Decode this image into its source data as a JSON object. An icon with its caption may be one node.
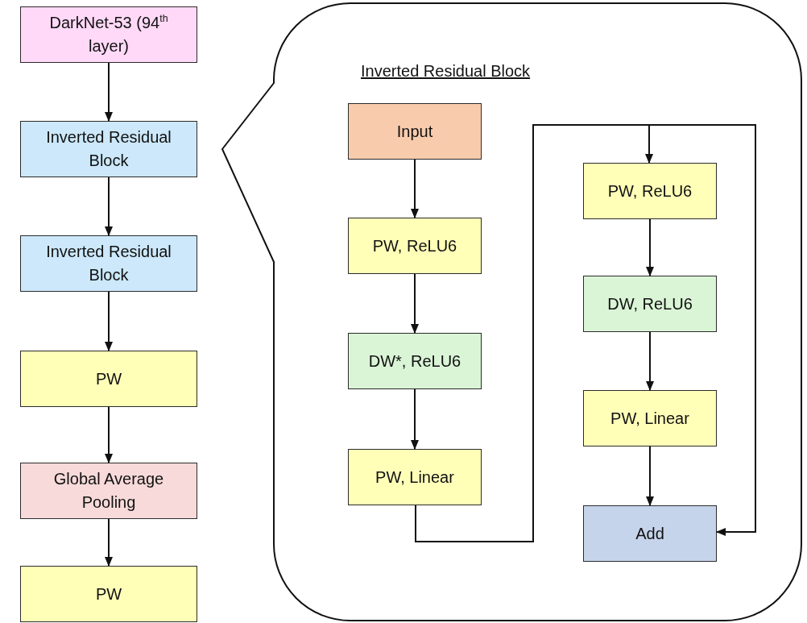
{
  "diagram": {
    "nodes": [
      {
        "text": [
          "DarkNet-53 (94$^{th}$ layer)"
        ]
      },
      {
        "text": [
          "Inverted Residual Block"
        ]
      },
      {
        "text": [
          "Inverted Residual Block"
        ]
      },
      {
        "text": [
          "PW"
        ]
      },
      {
        "text": [
          "Global Average Pooling"
        ]
      },
      {
        "text": [
          "PW"
        ]
      },
      {
        "text": [
          "Inverted Residual Block"
        ]
      },
      {
        "text": [
          "Input"
        ],
        "in": 6
      },
      {
        "text": [
          "PW, ReLU6"
        ],
        "in": 6
      },
      {
        "text": [
          "DW*, ReLU6"
        ],
        "in": 6
      },
      {
        "text": [
          "PW, Linear"
        ],
        "in": 6
      },
      {
        "text": [
          "PW, ReLU6"
        ],
        "in": 6
      },
      {
        "text": [
          "DW, ReLU6"
        ],
        "in": 6
      },
      {
        "text": [
          "PW, Linear"
        ],
        "in": 6
      },
      {
        "text": [
          "Add"
        ],
        "in": 6
      }
    ],
    "edges": [
      {
        "from": 0,
        "to": 1,
        "arrow": "to"
      },
      {
        "from": 1,
        "to": 2,
        "arrow": "to"
      },
      {
        "from": 2,
        "to": 3,
        "arrow": "to"
      },
      {
        "from": 3,
        "to": 4,
        "arrow": "to"
      },
      {
        "from": 4,
        "to": 5,
        "arrow": "to"
      },
      {
        "from": 7,
        "to": 8,
        "arrow": "to"
      },
      {
        "from": 8,
        "to": 9,
        "arrow": "to"
      },
      {
        "from": 9,
        "to": 10,
        "arrow": "to"
      },
      {
        "from": 10,
        "to": 11,
        "arrow": "to"
      },
      {
        "from": 10,
        "to": 14,
        "arrow": "to"
      },
      {
        "from": 11,
        "to": 12,
        "arrow": "to"
      },
      {
        "from": 12,
        "to": 13,
        "arrow": "to"
      },
      {
        "from": 13,
        "to": 14,
        "arrow": "to"
      }
    ]
  }
}
